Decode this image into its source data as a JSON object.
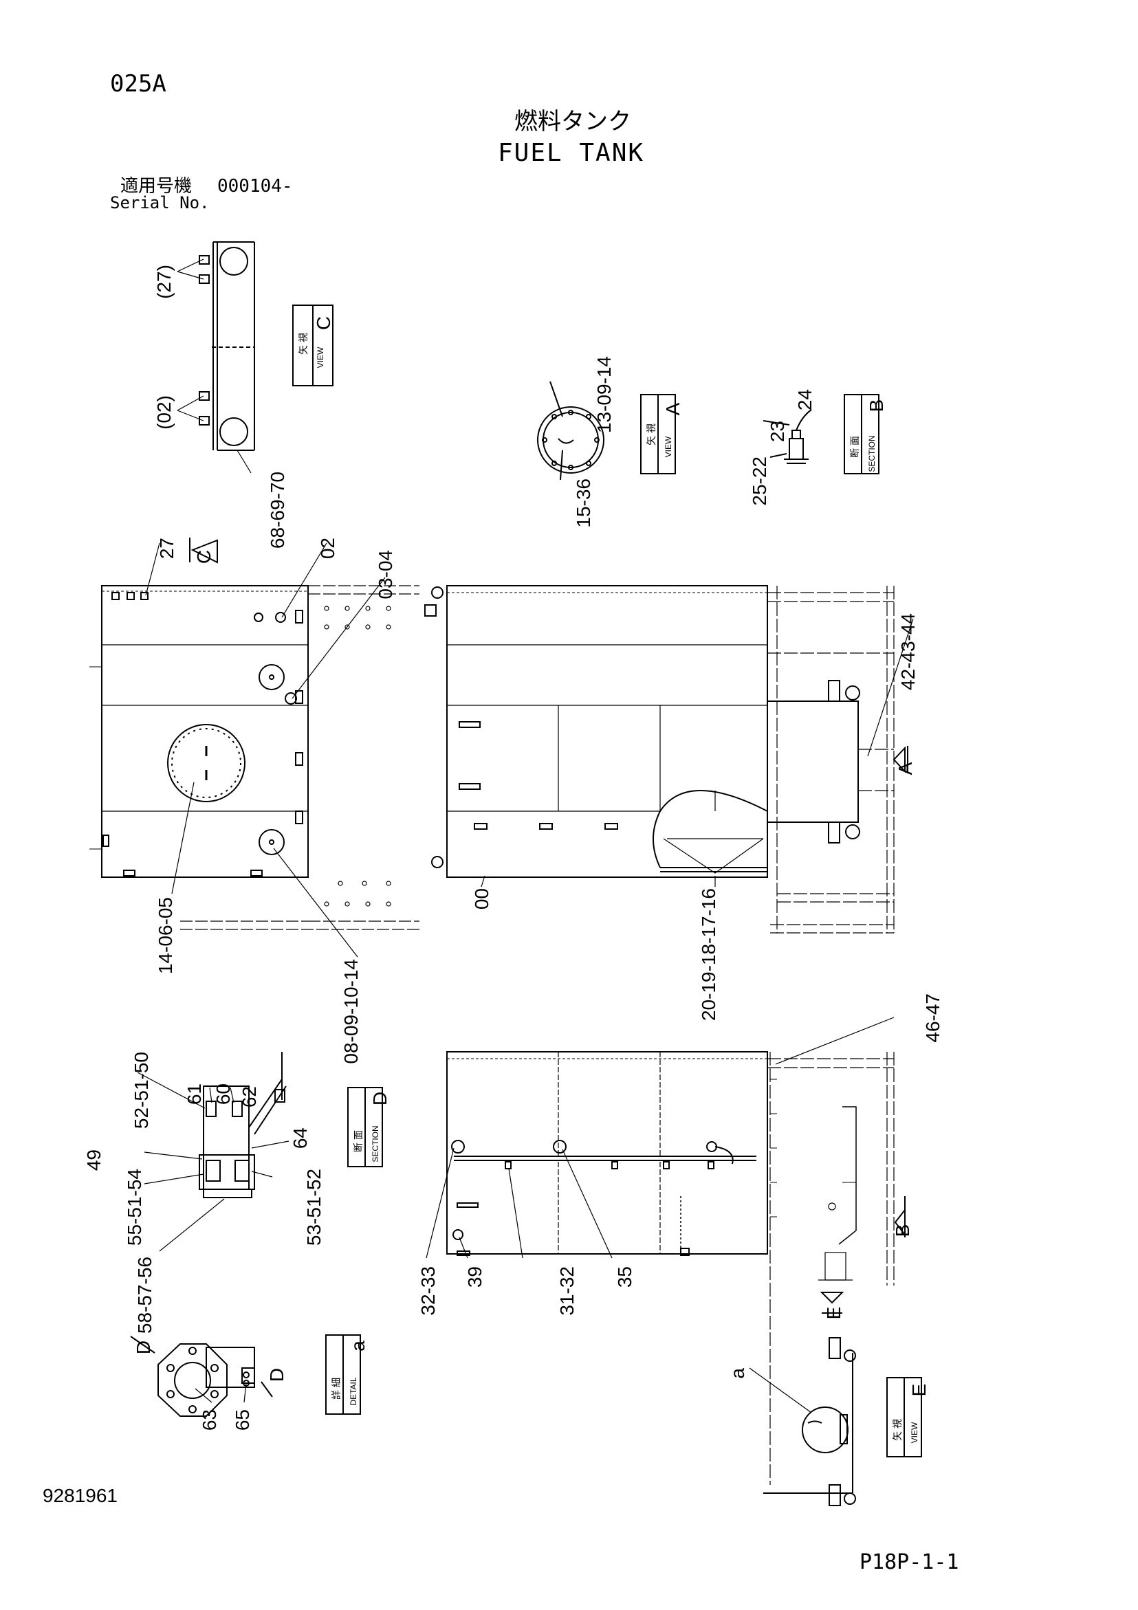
{
  "header": {
    "page_code": "025A",
    "title_jp": "燃料タンク",
    "title_en": "FUEL TANK",
    "serial_label_jp": "適用号機",
    "serial_value": "000104-",
    "serial_label_en": "Serial No."
  },
  "footer": {
    "doc_number": "9281961",
    "page_ref": "P18P-1-1"
  },
  "view_boxes": {
    "view_c": {
      "jp": "矢 視",
      "en": "VIEW",
      "letter": "C"
    },
    "view_a": {
      "jp": "矢 視",
      "en": "VIEW",
      "letter": "A"
    },
    "section_b": {
      "jp": "断 面",
      "en": "SECTION",
      "letter": "B"
    },
    "section_d": {
      "jp": "断 面",
      "en": "SECTION",
      "letter": "D"
    },
    "detail_a": {
      "jp": "詳 細",
      "en": "DETAIL",
      "letter": "a"
    },
    "view_e": {
      "jp": "矢 視",
      "en": "VIEW",
      "letter": "E"
    }
  },
  "view_markers": {
    "c": "C",
    "a": "A",
    "b": "B",
    "e": "E",
    "d_left": "D",
    "d_right": "D"
  },
  "callouts": {
    "c27": "(27)",
    "c02p": "(02)",
    "c68": "68-69-70",
    "c13": "13-09-14",
    "c15": "15-36",
    "c24": "24",
    "c23": "23",
    "c25": "25-22",
    "c27b": "27",
    "c02": "02",
    "c03": "03-04",
    "c42": "42-43-44",
    "c14": "14-06-05",
    "c08": "08-09-10-14",
    "c00": "00",
    "c20": "20-19-18-17-16",
    "c46": "46-47",
    "c52": "52-51-50",
    "c61": "61",
    "c60": "60",
    "c62": "62",
    "c64": "64",
    "c49": "49",
    "c55": "55-51-54",
    "c53": "53-51-52",
    "c58": "58-57-56",
    "c32": "32-33",
    "c39": "39",
    "c31": "31-32",
    "c35": "35",
    "c63": "63",
    "c65": "65",
    "ca": "a"
  }
}
